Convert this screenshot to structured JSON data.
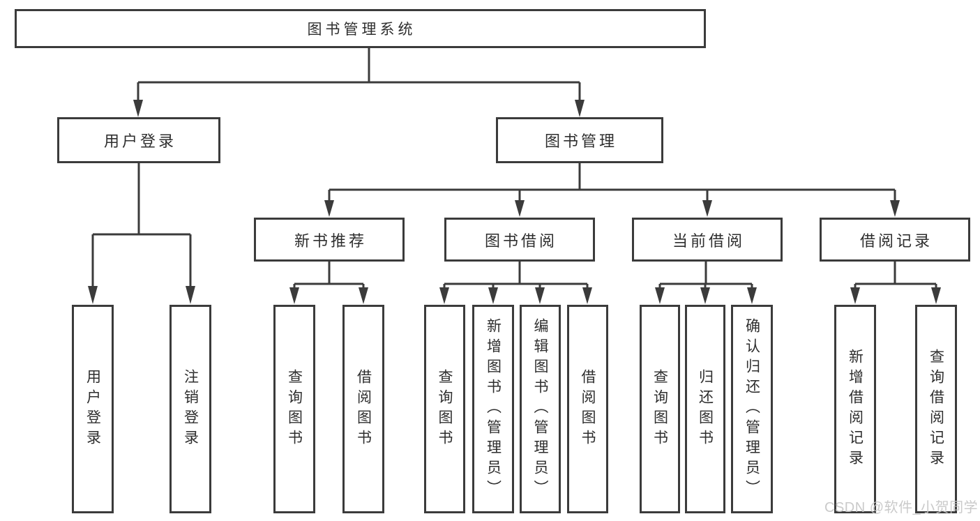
{
  "diagram": {
    "root": "图书管理系统",
    "level2": [
      "用户登录",
      "图书管理"
    ],
    "level3": [
      "新书推荐",
      "图书借阅",
      "当前借阅",
      "借阅记录"
    ],
    "leaves": {
      "user_login": [
        "用户登录",
        "注销登录"
      ],
      "new_book_recommend": [
        "查询图书",
        "借阅图书"
      ],
      "book_borrowing": [
        "查询图书",
        "新增图书（管理员）",
        "编辑图书（管理员）",
        "借阅图书"
      ],
      "current_borrowing": [
        "查询图书",
        "归还图书",
        "确认归还（管理员）"
      ],
      "borrowing_records": [
        "新增借阅记录",
        "查询借阅记录"
      ]
    }
  },
  "watermark": "CSDN @软件_小贺同学",
  "colors": {
    "line": "#3b3b3b",
    "border": "#3b3b3b",
    "text": "#2e2e2e",
    "background": "#ffffff",
    "watermark": "#c6c6c6"
  }
}
